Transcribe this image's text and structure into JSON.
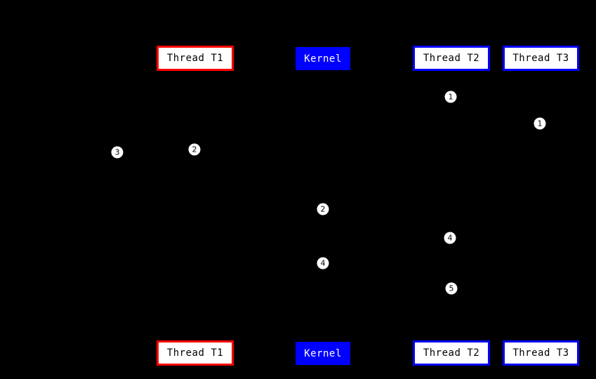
{
  "diagram": {
    "background_color": "#000000",
    "colors": {
      "thread_t1_border": "#ff0000",
      "kernel_fill": "#0000ff",
      "thread_t2_t3_border": "#0000ff",
      "box_fill": "#ffffff",
      "marker_fill": "#ffffff",
      "marker_text": "#000000"
    },
    "columns": [
      {
        "label": "Thread T1"
      },
      {
        "label": "Kernel"
      },
      {
        "label": "Thread T2"
      },
      {
        "label": "Thread T3"
      }
    ],
    "markers": [
      {
        "label": "1"
      },
      {
        "label": "1"
      },
      {
        "label": "2"
      },
      {
        "label": "3"
      },
      {
        "label": "2"
      },
      {
        "label": "4"
      },
      {
        "label": "4"
      },
      {
        "label": "5"
      }
    ]
  }
}
